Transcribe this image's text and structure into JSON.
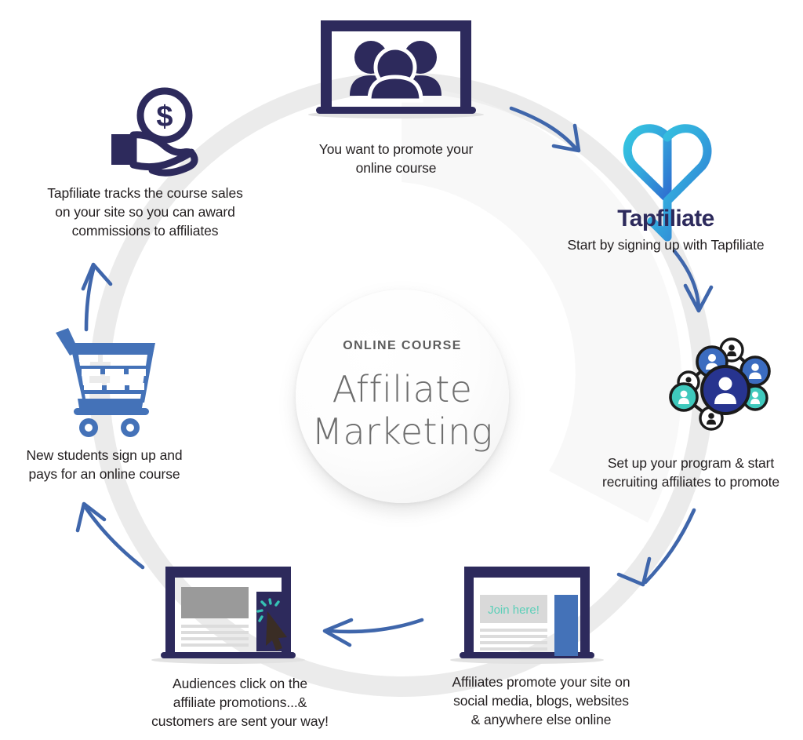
{
  "diagram": {
    "title": "Online Course Affiliate Marketing Cycle",
    "type": "circular-process-flow",
    "colors": {
      "navy": "#2d2a5c",
      "arrow_blue": "#3f66ab",
      "ring_gray": "#ebebeb",
      "cart_blue": "#4472b8",
      "teal": "#3fc9bd",
      "logo_gradient_start": "#3bb7e0",
      "logo_gradient_end": "#2f7fd4",
      "text_dark": "#231f20",
      "center_text_gray": "#6d6d6d"
    }
  },
  "center": {
    "kicker": "ONLINE COURSE",
    "title_line1": "Affiliate",
    "title_line2": "Marketing"
  },
  "steps": [
    {
      "id": "promote",
      "order": 1,
      "icon": "people-on-screen-icon",
      "caption": "You want to promote your\nonline course"
    },
    {
      "id": "signup",
      "order": 2,
      "icon": "tapfiliate-logo-icon",
      "brand": "Tapfiliate",
      "caption": "Start by signing up with Tapfiliate"
    },
    {
      "id": "recruit",
      "order": 3,
      "icon": "affiliate-network-icon",
      "caption": "Set up your program & start\nrecruiting affiliates to promote"
    },
    {
      "id": "affiliates-promote",
      "order": 4,
      "icon": "website-join-here-icon",
      "screen_label": "Join here!",
      "caption": "Affiliates promote your site  on\nsocial media, blogs, websites\n& anywhere else online"
    },
    {
      "id": "audiences-click",
      "order": 5,
      "icon": "website-click-cursor-icon",
      "caption": "Audiences click on the\naffiliate promotions...&\ncustomers are sent your way!"
    },
    {
      "id": "students-buy",
      "order": 6,
      "icon": "shopping-cart-icon",
      "caption": "New students sign up and\npays for an online course"
    },
    {
      "id": "tracks-sales",
      "order": 7,
      "icon": "hand-holding-dollar-icon",
      "caption": "Tapfiliate tracks the course sales\non your site so you can award\ncommissions to affiliates"
    }
  ],
  "arrows": [
    {
      "id": "arrow-promote-to-signup",
      "direction": "down-right"
    },
    {
      "id": "arrow-signup-to-recruit",
      "direction": "down"
    },
    {
      "id": "arrow-recruit-to-affiliates",
      "direction": "down-left"
    },
    {
      "id": "arrow-affiliates-to-audiences",
      "direction": "left"
    },
    {
      "id": "arrow-audiences-to-students",
      "direction": "up-left"
    },
    {
      "id": "arrow-students-to-tracks",
      "direction": "up"
    }
  ]
}
